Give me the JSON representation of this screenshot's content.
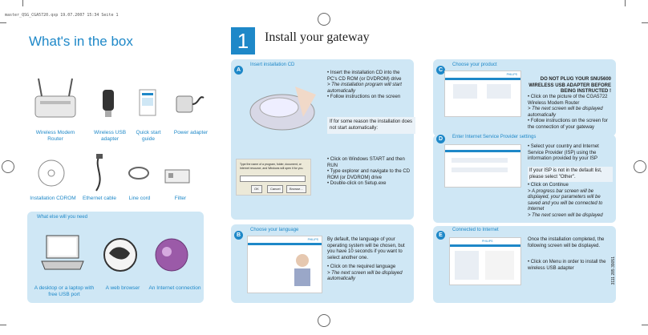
{
  "printer_line": "master_QSG_CGA5720.qxp  19.07.2007  15:34  Seite 1",
  "left": {
    "title": "What's in the box",
    "items": [
      {
        "label": "Wireless Modem Router",
        "icon": "router-icon"
      },
      {
        "label": "Wireless USB adapter",
        "icon": "usb-adapter-icon"
      },
      {
        "label": "Quick start guide",
        "icon": "guide-icon"
      },
      {
        "label": "Power adapter",
        "icon": "power-adapter-icon"
      },
      {
        "label": "Installation CDROM",
        "icon": "cdrom-icon"
      },
      {
        "label": "Ethernet cable",
        "icon": "ethernet-cable-icon"
      },
      {
        "label": "Line cord",
        "icon": "line-cord-icon"
      },
      {
        "label": "Filter",
        "icon": "filter-icon"
      }
    ],
    "need_title": "What else will you need",
    "need_items": [
      {
        "label": "A desktop or a laptop with free USB port",
        "icon": "laptop-icon"
      },
      {
        "label": "A web browser",
        "icon": "globe-browser-icon"
      },
      {
        "label": "An Internet connection",
        "icon": "internet-globe-icon"
      }
    ]
  },
  "right": {
    "step_number": "1",
    "title": "Install your gateway",
    "a": {
      "badge": "A",
      "title": "Insert installation CD",
      "bullets": [
        {
          "t": "Insert the installation CD into the PC's CD ROM (or DVDROM) drive",
          "k": "b"
        },
        {
          "t": "The installation program will start automatically",
          "k": "a"
        },
        {
          "t": "Follow instructions on the screen",
          "k": "b"
        }
      ],
      "note": "If for some reason the installation does not start automatically:",
      "bullets2": [
        {
          "t": "Click on Windows START and then RUN",
          "k": "b"
        },
        {
          "t": "Type explorer and navigate to the CD ROM (or DVDROM) drive",
          "k": "b"
        },
        {
          "t": "Double-click on Setup.exe",
          "k": "b"
        }
      ],
      "dialog_text": "Type the name of a program, folder, document, or Internet resource, and Windows will open it for you.",
      "dialog_ok": "OK",
      "dialog_cancel": "Cancel",
      "dialog_browse": "Browse..."
    },
    "b": {
      "badge": "B",
      "title": "Choose your language",
      "text": "By default, the language of your operating system will be chosen, but you have 10 seconds if you want to select another one.",
      "bullets": [
        {
          "t": "Click on the required language",
          "k": "b"
        },
        {
          "t": "The next screen will be displayed automatically",
          "k": "a"
        }
      ],
      "shot_brand": "PHILIPS"
    },
    "c": {
      "badge": "C",
      "title": "Choose your product",
      "warning": "DO NOT PLUG YOUR SNU5600 WIRELESS USB ADAPTER BEFORE BEING INSTRUCTED !",
      "bullets": [
        {
          "t": "Click on the picture of the CGA5722 Wireless Modem Router",
          "k": "b"
        },
        {
          "t": "The next screen will be displayed automatically",
          "k": "a"
        },
        {
          "t": "Follow instructions on the screen for the connection of your gateway",
          "k": "b"
        }
      ],
      "shot_brand": "PHILIPS"
    },
    "d": {
      "badge": "D",
      "title": "Enter Internet Service Provider settings",
      "bullets": [
        {
          "t": "Select your country and Internet Service Provider (ISP) using the information provided by your ISP",
          "k": "b"
        }
      ],
      "note": "If your ISP is not in the default list, please select \"Other\".",
      "bullets2": [
        {
          "t": "Click on Continue",
          "k": "b"
        },
        {
          "t": "A progress bar screen will be displayed, your parameters will be saved and you will be connected to Internet",
          "k": "a"
        },
        {
          "t": "The next screen will be displayed",
          "k": "a"
        }
      ]
    },
    "e": {
      "badge": "E",
      "title": "Connected to Internet",
      "note": "Once the installation completed, the following screen will be displayed.",
      "bullets": [
        {
          "t": "Click on Menu in order to install the wireless USB adapter",
          "k": "b"
        }
      ],
      "shot_brand": "PHILIPS"
    },
    "side_code": "3111 285 39051"
  },
  "colors": {
    "accent": "#1e88c8",
    "panel": "#cfe7f5"
  }
}
